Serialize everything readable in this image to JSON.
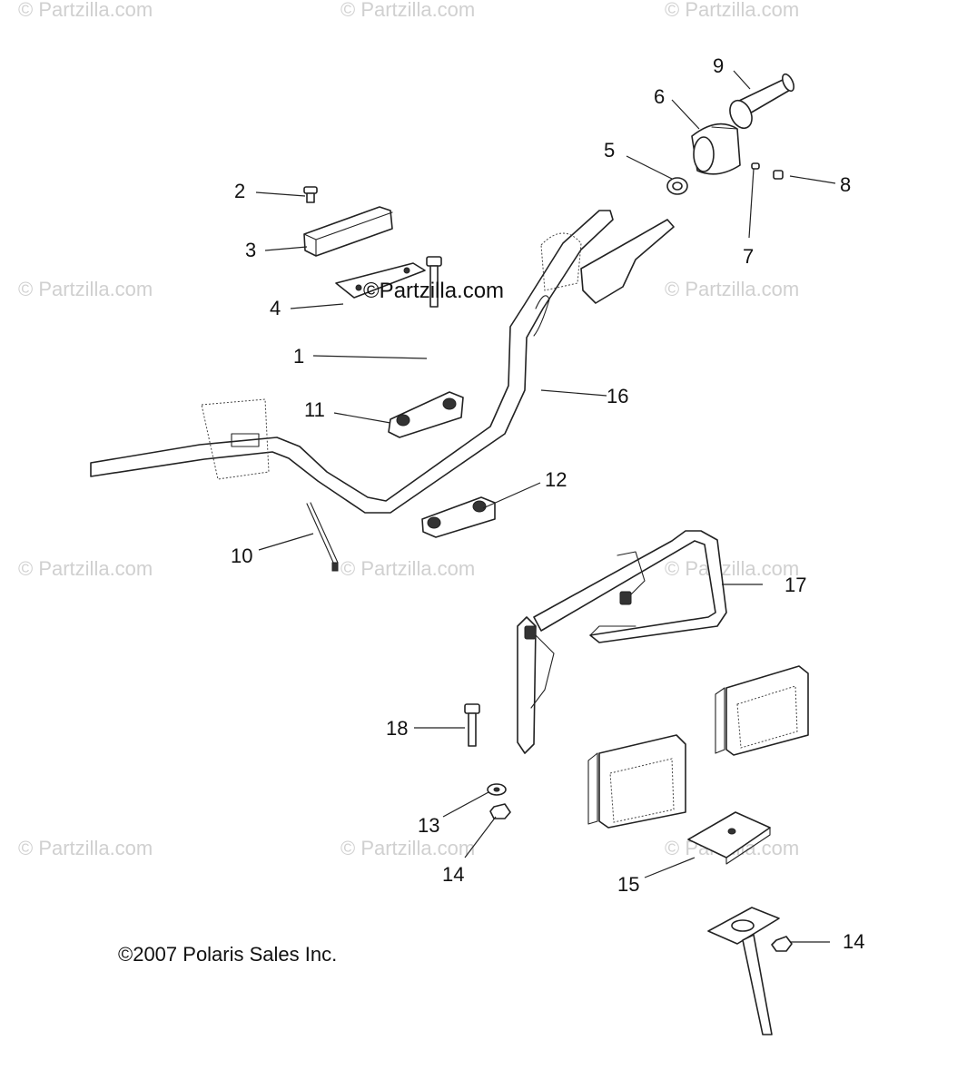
{
  "watermark_text": "© Partzilla.com",
  "center_brand": "©Partzilla.com",
  "copyright": "©2007 Polaris Sales Inc.",
  "callouts": [
    {
      "id": "c1",
      "label": "1"
    },
    {
      "id": "c2",
      "label": "2"
    },
    {
      "id": "c3",
      "label": "3"
    },
    {
      "id": "c4",
      "label": "4"
    },
    {
      "id": "c5",
      "label": "5"
    },
    {
      "id": "c6",
      "label": "6"
    },
    {
      "id": "c7",
      "label": "7"
    },
    {
      "id": "c8",
      "label": "8"
    },
    {
      "id": "c9",
      "label": "9"
    },
    {
      "id": "c10",
      "label": "10"
    },
    {
      "id": "c11",
      "label": "11"
    },
    {
      "id": "c12",
      "label": "12"
    },
    {
      "id": "c13",
      "label": "13"
    },
    {
      "id": "c14a",
      "label": "14"
    },
    {
      "id": "c14b",
      "label": "14"
    },
    {
      "id": "c15",
      "label": "15"
    },
    {
      "id": "c16",
      "label": "16"
    },
    {
      "id": "c17",
      "label": "17"
    },
    {
      "id": "c18",
      "label": "18"
    }
  ],
  "colors": {
    "line": "#222222",
    "watermark": "#d0d0d0",
    "background": "#ffffff"
  }
}
